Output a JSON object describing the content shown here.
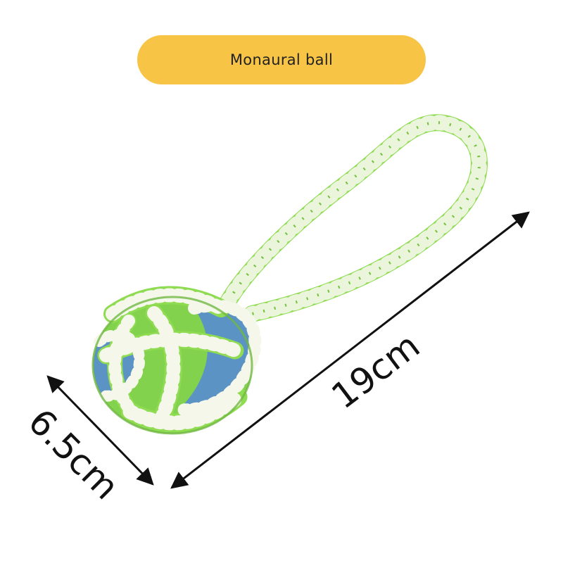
{
  "title": "Monaural ball",
  "colors": {
    "title_background": "#f8c445",
    "rope_green": "#8fdc52",
    "rope_blue": "#5b93c4",
    "rope_stripe": "#f4f7ea"
  },
  "product": {
    "icon": "rope-ball-toy"
  },
  "dimensions": {
    "length": "19cm",
    "diameter": "6.5cm"
  }
}
